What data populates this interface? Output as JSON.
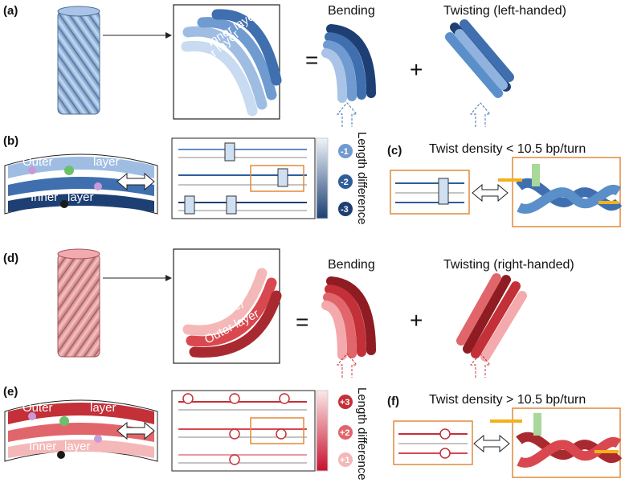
{
  "panels": {
    "a": "(a)",
    "b": "(b)",
    "c": "(c)",
    "d": "(d)",
    "e": "(e)",
    "f": "(f)"
  },
  "top": {
    "bending": "Bending",
    "twisting": "Twisting (left-handed)",
    "inner_layer": "Inner layer",
    "outer_layer": "Outer layer",
    "length_difference": "Length difference",
    "levels": [
      "-1",
      "-2",
      "-3"
    ],
    "twist_density": "Twist density < 10.5 bp/turn",
    "layer_outer": "Outer",
    "layer_outer2": "layer",
    "layer_inner": "Inner",
    "layer_inner2": "layer"
  },
  "bottom": {
    "bending": "Bending",
    "twisting": "Twisting (right-handed)",
    "inner_layer": "Inner layer",
    "outer_layer": "Outer layer",
    "length_difference": "Length difference",
    "levels": [
      "+3",
      "+2",
      "+1"
    ],
    "twist_density": "Twist density > 10.5 bp/turn",
    "layer_outer": "Outer",
    "layer_outer2": "layer",
    "layer_inner": "Inner",
    "layer_inner2": "layer"
  },
  "symbols": {
    "equals": "=",
    "plus": "+"
  },
  "colors": {
    "blue_light": "#b9d3ee",
    "blue_mid": "#5b8fc9",
    "blue_dark": "#1d3f73",
    "red_light": "#f4b8b8",
    "red_mid": "#d9484f",
    "red_dark": "#8e1c22",
    "orange_box": "#e08a3c",
    "arrow_yellow": "#f2b21a"
  }
}
